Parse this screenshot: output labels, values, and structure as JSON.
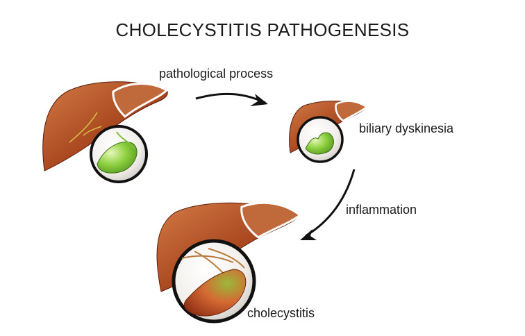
{
  "diagram": {
    "title": "CHOLECYSTITIS PATHOGENESIS",
    "arrows": [
      {
        "label": "pathological process",
        "from": "healthy",
        "to": "biliary dyskinesia"
      },
      {
        "label": "inflammation",
        "from": "biliary dyskinesia",
        "to": "cholecystitis"
      }
    ],
    "stages": [
      {
        "id": "healthy",
        "label": ""
      },
      {
        "id": "dyskinesia",
        "label": "biliary dyskinesia"
      },
      {
        "id": "cholecystitis",
        "label": "cholecystitis"
      }
    ],
    "colors": {
      "liver": "#a8461e",
      "liver_dark": "#6e2410",
      "liver_light": "#d27a45",
      "gallbladder_healthy": "#7fc93a",
      "gallbladder_inflamed": "#c9502a",
      "lens_border": "#111111"
    }
  }
}
